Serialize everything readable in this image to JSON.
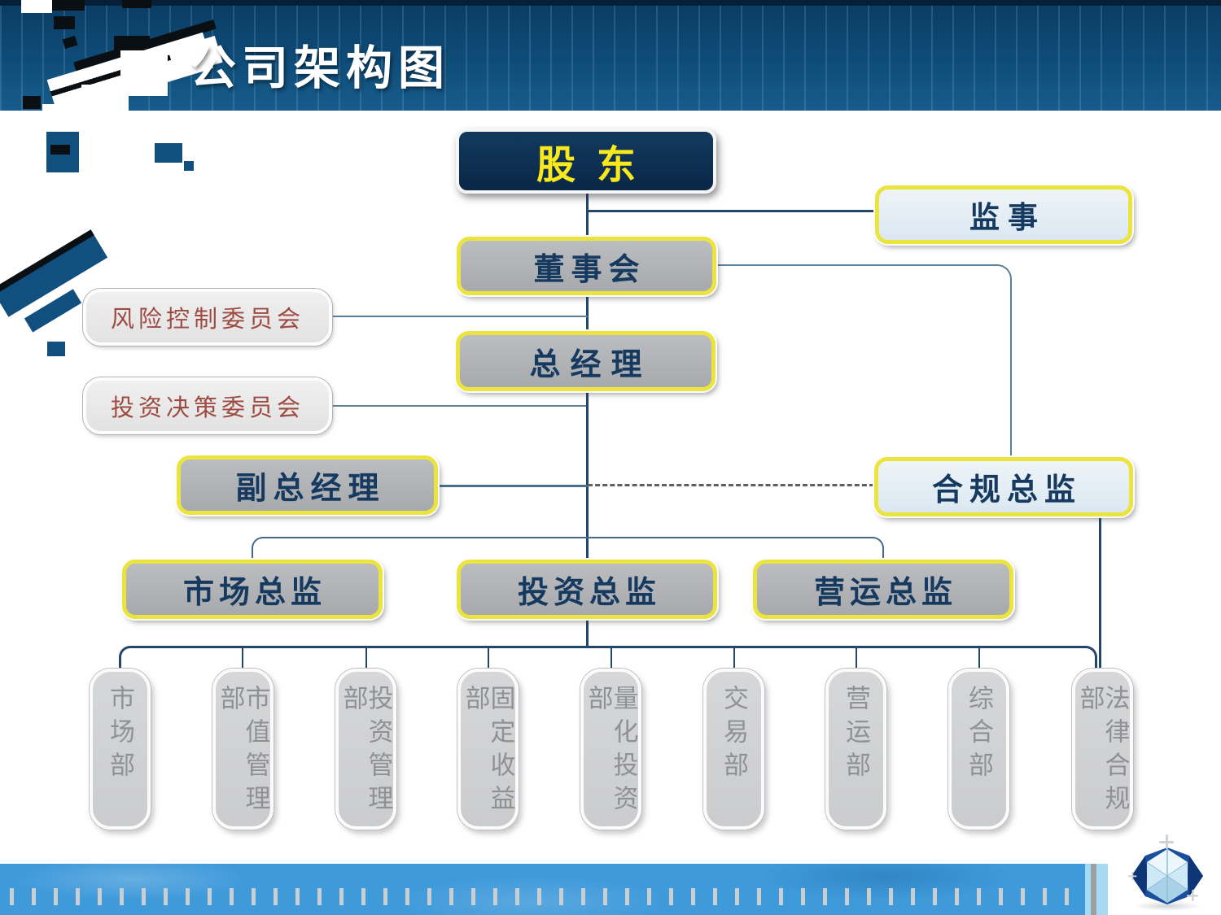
{
  "header": {
    "title": "公司架构图"
  },
  "chart": {
    "nodes": {
      "shareholder": "股东",
      "supervisor": "监事",
      "board": "董事会",
      "risk_committee": "风险控制委员会",
      "general_manager": "总经理",
      "investment_committee": "投资决策委员会",
      "deputy_general_manager": "副总经理",
      "compliance_director": "合规总监",
      "marketing_director": "市场总监",
      "investment_director": "投资总监",
      "operations_director": "营运总监"
    },
    "departments": [
      "市场部",
      "市值管理部",
      "投资管理部",
      "固定收益部",
      "量化投资部",
      "交易部",
      "营运部",
      "综合部",
      "法律合规部"
    ]
  },
  "colors": {
    "header_blue": "#0e4c78",
    "accent_yellow": "#ece43e",
    "node_gray": "#b1b3b5",
    "node_light_blue": "#e7eff5",
    "dark_navy_box": "#0d2e51",
    "shareholder_text": "#f8e81c",
    "navy_text": "#16395f",
    "committee_text": "#9d4b42",
    "dept_text": "#8f9195",
    "connector_navy": "#24466a",
    "footer_blue": "#3f9ada"
  }
}
